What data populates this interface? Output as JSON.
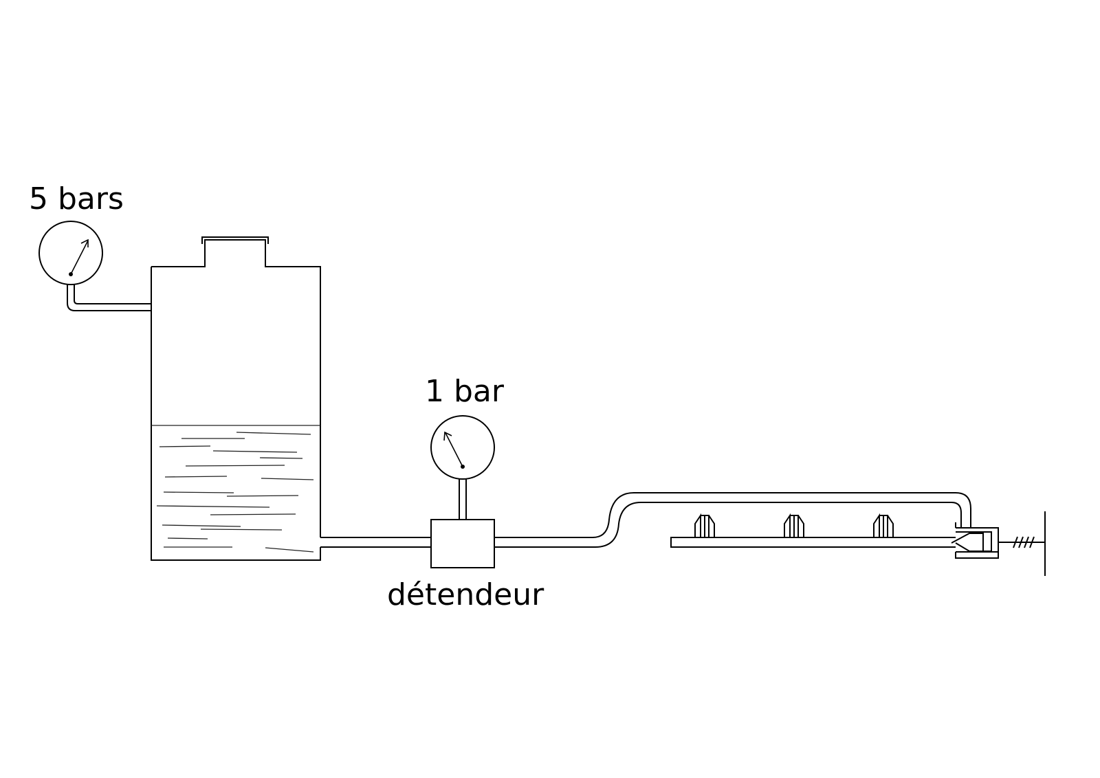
{
  "labels": {
    "tank_gauge": "5 bars",
    "regulator_gauge": "1 bar",
    "regulator": "détendeur"
  },
  "colors": {
    "line": "#000000",
    "background": "#ffffff"
  }
}
